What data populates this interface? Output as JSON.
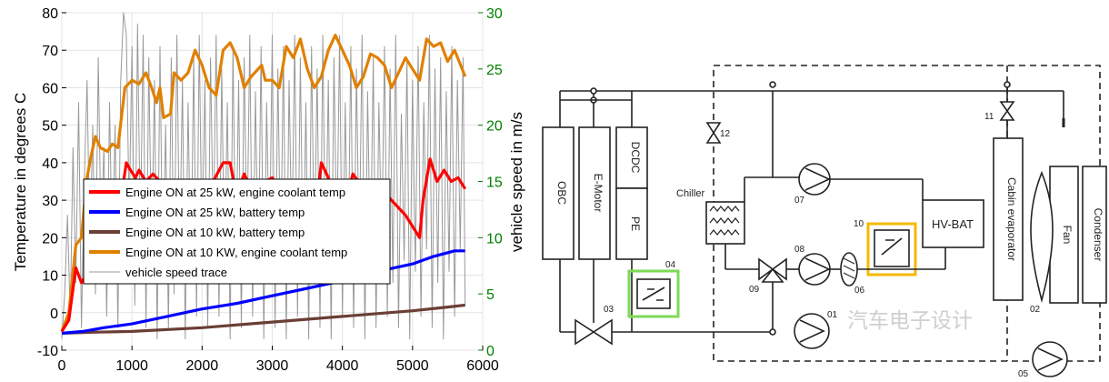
{
  "chart_data": {
    "type": "line",
    "xlim": [
      0,
      6000
    ],
    "x_ticks": [
      "0",
      "1000",
      "2000",
      "3000",
      "4000",
      "5000",
      "6000"
    ],
    "ylim": [
      -10,
      80
    ],
    "y_ticks": [
      "-10",
      "0",
      "10",
      "20",
      "30",
      "40",
      "50",
      "60",
      "70",
      "80"
    ],
    "ylabel": "Temperature in degrees C",
    "y2lim": [
      0,
      30
    ],
    "y2_ticks": [
      "0",
      "5",
      "10",
      "15",
      "20",
      "25",
      "30"
    ],
    "y2label": "vehicle speed in m/s",
    "legend_position": "center-left",
    "series": [
      {
        "name": "Engine ON at 25 kW, engine coolant temp",
        "color": "#ff0000",
        "axis": "left",
        "points": [
          [
            0,
            -5
          ],
          [
            100,
            -2
          ],
          [
            200,
            12
          ],
          [
            280,
            8
          ],
          [
            350,
            10
          ],
          [
            450,
            11
          ],
          [
            550,
            10
          ],
          [
            650,
            9
          ],
          [
            750,
            13
          ],
          [
            830,
            20
          ],
          [
            880,
            35
          ],
          [
            920,
            40
          ],
          [
            980,
            38
          ],
          [
            1050,
            36
          ],
          [
            1100,
            38
          ],
          [
            1200,
            35
          ],
          [
            1300,
            37
          ],
          [
            1500,
            33
          ],
          [
            1700,
            31
          ],
          [
            1900,
            33
          ],
          [
            2100,
            33
          ],
          [
            2300,
            40
          ],
          [
            2400,
            40
          ],
          [
            2450,
            35
          ],
          [
            2500,
            32
          ],
          [
            2600,
            37
          ],
          [
            2700,
            33
          ],
          [
            2900,
            35
          ],
          [
            3000,
            36
          ],
          [
            3200,
            31
          ],
          [
            3500,
            34
          ],
          [
            3650,
            32
          ],
          [
            3700,
            40
          ],
          [
            3800,
            36
          ],
          [
            3850,
            33
          ],
          [
            3950,
            34
          ],
          [
            4050,
            30
          ],
          [
            4150,
            37
          ],
          [
            4300,
            33
          ],
          [
            4500,
            34
          ],
          [
            4700,
            30
          ],
          [
            4900,
            26
          ],
          [
            5100,
            20
          ],
          [
            5150,
            30
          ],
          [
            5250,
            41
          ],
          [
            5350,
            35
          ],
          [
            5450,
            38
          ],
          [
            5550,
            35
          ],
          [
            5650,
            36
          ],
          [
            5750,
            33
          ]
        ]
      },
      {
        "name": "Engine ON at 25 kW, battery temp",
        "color": "#0000ff",
        "axis": "left",
        "points": [
          [
            0,
            -5.5
          ],
          [
            300,
            -5
          ],
          [
            600,
            -4
          ],
          [
            1000,
            -3
          ],
          [
            1500,
            -1
          ],
          [
            2000,
            1
          ],
          [
            2500,
            2.5
          ],
          [
            3000,
            4.5
          ],
          [
            3500,
            6.5
          ],
          [
            4000,
            8.5
          ],
          [
            4500,
            11
          ],
          [
            5000,
            13
          ],
          [
            5300,
            15
          ],
          [
            5600,
            16.5
          ],
          [
            5750,
            16.5
          ]
        ]
      },
      {
        "name": "Engine ON at 10 kW, battery temp",
        "color": "#6b3e36",
        "axis": "left",
        "points": [
          [
            0,
            -5.5
          ],
          [
            500,
            -5.2
          ],
          [
            1000,
            -5
          ],
          [
            2000,
            -4
          ],
          [
            3000,
            -2.5
          ],
          [
            4000,
            -1
          ],
          [
            5000,
            0.5
          ],
          [
            5500,
            1.5
          ],
          [
            5750,
            2
          ]
        ]
      },
      {
        "name": "Engine ON at 10 KW, engine coolant temp",
        "color": "#e08000",
        "axis": "left",
        "points": [
          [
            0,
            -5
          ],
          [
            100,
            0
          ],
          [
            200,
            18
          ],
          [
            280,
            20
          ],
          [
            350,
            35
          ],
          [
            420,
            42
          ],
          [
            480,
            47
          ],
          [
            550,
            44
          ],
          [
            650,
            43
          ],
          [
            720,
            45
          ],
          [
            800,
            44
          ],
          [
            900,
            60
          ],
          [
            1000,
            62
          ],
          [
            1100,
            61
          ],
          [
            1200,
            64
          ],
          [
            1280,
            60
          ],
          [
            1350,
            56
          ],
          [
            1400,
            60
          ],
          [
            1450,
            52
          ],
          [
            1550,
            53
          ],
          [
            1600,
            64
          ],
          [
            1700,
            62
          ],
          [
            1800,
            64
          ],
          [
            1900,
            70
          ],
          [
            2000,
            66
          ],
          [
            2100,
            60
          ],
          [
            2200,
            58
          ],
          [
            2300,
            70
          ],
          [
            2400,
            72
          ],
          [
            2500,
            68
          ],
          [
            2600,
            60
          ],
          [
            2700,
            63
          ],
          [
            2850,
            66
          ],
          [
            2900,
            62
          ],
          [
            3000,
            62
          ],
          [
            3100,
            60
          ],
          [
            3200,
            71
          ],
          [
            3300,
            68
          ],
          [
            3400,
            73
          ],
          [
            3500,
            65
          ],
          [
            3600,
            60
          ],
          [
            3700,
            63
          ],
          [
            3800,
            70
          ],
          [
            3900,
            74
          ],
          [
            4000,
            70
          ],
          [
            4100,
            66
          ],
          [
            4200,
            60
          ],
          [
            4300,
            63
          ],
          [
            4400,
            69
          ],
          [
            4500,
            68
          ],
          [
            4600,
            66
          ],
          [
            4700,
            60
          ],
          [
            4800,
            64
          ],
          [
            4900,
            68
          ],
          [
            5000,
            65
          ],
          [
            5100,
            62
          ],
          [
            5200,
            73
          ],
          [
            5300,
            71
          ],
          [
            5400,
            72
          ],
          [
            5500,
            67
          ],
          [
            5600,
            70
          ],
          [
            5750,
            63
          ]
        ]
      },
      {
        "name": "vehicle speed trace",
        "color": "#999999",
        "axis": "right",
        "points": [
          [
            0,
            1
          ],
          [
            40,
            5
          ],
          [
            80,
            12
          ],
          [
            120,
            3
          ],
          [
            160,
            18
          ],
          [
            200,
            6
          ],
          [
            240,
            22
          ],
          [
            280,
            2
          ],
          [
            320,
            15
          ],
          [
            360,
            24
          ],
          [
            400,
            8
          ],
          [
            440,
            20
          ],
          [
            480,
            5
          ],
          [
            520,
            26
          ],
          [
            560,
            10
          ],
          [
            600,
            18
          ],
          [
            640,
            3
          ],
          [
            680,
            22
          ],
          [
            720,
            8
          ],
          [
            760,
            20
          ],
          [
            800,
            2
          ],
          [
            840,
            24
          ],
          [
            880,
            30
          ],
          [
            920,
            28
          ],
          [
            960,
            12
          ],
          [
            1000,
            27
          ],
          [
            1040,
            4
          ],
          [
            1080,
            29
          ],
          [
            1120,
            10
          ],
          [
            1160,
            28
          ],
          [
            1200,
            2
          ],
          [
            1240,
            26
          ],
          [
            1280,
            8
          ],
          [
            1320,
            24
          ],
          [
            1360,
            1
          ],
          [
            1400,
            27
          ],
          [
            1440,
            6
          ],
          [
            1480,
            20
          ],
          [
            1520,
            2
          ],
          [
            1560,
            26
          ],
          [
            1600,
            5
          ],
          [
            1640,
            28
          ],
          [
            1680,
            8
          ],
          [
            1720,
            24
          ],
          [
            1760,
            1
          ],
          [
            1800,
            22
          ],
          [
            1840,
            6
          ],
          [
            1880,
            26
          ],
          [
            1920,
            3
          ],
          [
            1960,
            28
          ],
          [
            2000,
            8
          ],
          [
            2040,
            24
          ],
          [
            2080,
            2
          ],
          [
            2120,
            26
          ],
          [
            2160,
            10
          ],
          [
            2200,
            28
          ],
          [
            2240,
            3
          ],
          [
            2280,
            25
          ],
          [
            2320,
            7
          ],
          [
            2360,
            22
          ],
          [
            2400,
            1
          ],
          [
            2440,
            27
          ],
          [
            2480,
            6
          ],
          [
            2520,
            24
          ],
          [
            2560,
            2
          ],
          [
            2600,
            26
          ],
          [
            2640,
            9
          ],
          [
            2680,
            28
          ],
          [
            2720,
            3
          ],
          [
            2760,
            23
          ],
          [
            2800,
            6
          ],
          [
            2840,
            27
          ],
          [
            2880,
            1
          ],
          [
            2920,
            22
          ],
          [
            2960,
            8
          ],
          [
            3000,
            28
          ],
          [
            3040,
            2
          ],
          [
            3080,
            25
          ],
          [
            3120,
            7
          ],
          [
            3160,
            27
          ],
          [
            3200,
            1
          ],
          [
            3240,
            24
          ],
          [
            3280,
            9
          ],
          [
            3320,
            28
          ],
          [
            3360,
            3
          ],
          [
            3400,
            26
          ],
          [
            3440,
            6
          ],
          [
            3480,
            22
          ],
          [
            3520,
            1
          ],
          [
            3560,
            27
          ],
          [
            3600,
            8
          ],
          [
            3640,
            25
          ],
          [
            3680,
            2
          ],
          [
            3720,
            28
          ],
          [
            3760,
            7
          ],
          [
            3800,
            24
          ],
          [
            3840,
            1
          ],
          [
            3880,
            26
          ],
          [
            3920,
            9
          ],
          [
            3960,
            28
          ],
          [
            4000,
            3
          ],
          [
            4040,
            22
          ],
          [
            4080,
            6
          ],
          [
            4120,
            27
          ],
          [
            4160,
            2
          ],
          [
            4200,
            25
          ],
          [
            4240,
            8
          ],
          [
            4280,
            28
          ],
          [
            4320,
            1
          ],
          [
            4360,
            23
          ],
          [
            4400,
            7
          ],
          [
            4440,
            26
          ],
          [
            4480,
            2
          ],
          [
            4520,
            22
          ],
          [
            4560,
            9
          ],
          [
            4600,
            27
          ],
          [
            4640,
            3
          ],
          [
            4680,
            25
          ],
          [
            4720,
            6
          ],
          [
            4760,
            28
          ],
          [
            4800,
            2
          ],
          [
            4840,
            21
          ],
          [
            4880,
            8
          ],
          [
            4920,
            26
          ],
          [
            4960,
            1
          ],
          [
            5000,
            24
          ],
          [
            5040,
            7
          ],
          [
            5080,
            27
          ],
          [
            5120,
            3
          ],
          [
            5160,
            22
          ],
          [
            5200,
            9
          ],
          [
            5240,
            28
          ],
          [
            5280,
            2
          ],
          [
            5320,
            25
          ],
          [
            5360,
            6
          ],
          [
            5400,
            26
          ],
          [
            5440,
            1
          ],
          [
            5480,
            23
          ],
          [
            5520,
            7
          ],
          [
            5560,
            27
          ],
          [
            5600,
            3
          ],
          [
            5640,
            24
          ],
          [
            5680,
            9
          ],
          [
            5720,
            26
          ],
          [
            5750,
            4
          ]
        ]
      }
    ]
  },
  "diagram": {
    "labels": {
      "obc": "OBC",
      "emotor": "E-Motor",
      "dcdc": "DCDC",
      "pe": "PE",
      "chiller": "Chiller",
      "hvbat": "HV-BAT",
      "cabin": "Cabin evaporator",
      "fan": "Fan",
      "condenser": "Condenser",
      "n01": "01",
      "n02": "02",
      "n03": "03",
      "n04": "04",
      "n05": "05",
      "n06": "06",
      "n07": "07",
      "n08": "08",
      "n09": "09",
      "n10": "10",
      "n11": "11",
      "n12": "12"
    },
    "watermark": "汽车电子设计",
    "colors": {
      "box_04": "#7ed957",
      "box_10": "#f5b800"
    }
  }
}
